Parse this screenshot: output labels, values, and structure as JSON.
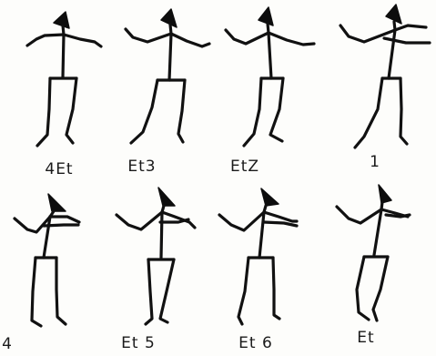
{
  "poses": [
    {
      "label": "4Et",
      "head": "left"
    },
    {
      "label": "Et3",
      "head": "left"
    },
    {
      "label": "EtZ",
      "head": "left"
    },
    {
      "label": "1",
      "head": "left"
    },
    {
      "label": "4",
      "head": "right"
    },
    {
      "label": "Et 5",
      "head": "right"
    },
    {
      "label": "Et 6",
      "head": "right"
    },
    {
      "label": "Et",
      "head": "right"
    }
  ],
  "colors": {
    "ink": "#111111",
    "paper": "#fdfdfb"
  }
}
